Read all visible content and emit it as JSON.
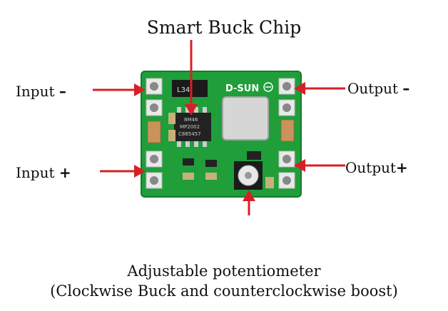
{
  "title": "Smart Buck Chip",
  "labels": {
    "input_minus_text": "Input",
    "input_minus_sign": "–",
    "input_plus_text": "Input",
    "input_plus_sign": "+",
    "output_minus_text": "Output",
    "output_minus_sign": "–",
    "output_plus_text": "Output",
    "output_plus_sign": "+"
  },
  "board": {
    "brand": "D-SUN",
    "chip_marking_1": "8M46",
    "chip_marking_2": "MP2002",
    "chip_marking_3": "C885457",
    "regulator_marking": "L34"
  },
  "caption": {
    "line1": "Adjustable potentiometer",
    "line2": "(Clockwise Buck and counterclockwise boost)"
  },
  "colors": {
    "pcb_green": "#1f9e3a",
    "arrow_red": "#d81f26",
    "text": "#111111"
  }
}
